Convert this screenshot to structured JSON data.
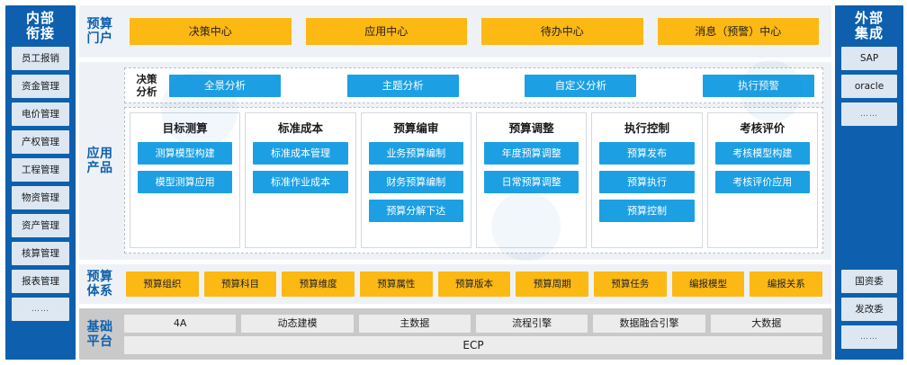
{
  "left_sidebar": {
    "title": "内部\n衔接",
    "items": [
      {
        "label": "员工报销"
      },
      {
        "label": "资金管理"
      },
      {
        "label": "电价管理"
      },
      {
        "label": "产权管理"
      },
      {
        "label": "工程管理"
      },
      {
        "label": "物资管理"
      },
      {
        "label": "资产管理"
      },
      {
        "label": "核算管理"
      },
      {
        "label": "报表管理"
      },
      {
        "label": "……"
      }
    ]
  },
  "right_sidebar": {
    "title": "外部\n集成",
    "top_items": [
      {
        "label": "SAP"
      },
      {
        "label": "oracle"
      },
      {
        "label": "……"
      }
    ],
    "bottom_items": [
      {
        "label": "国资委"
      },
      {
        "label": "发改委"
      },
      {
        "label": "……"
      }
    ]
  },
  "portal": {
    "label": "预算\n门户",
    "items": [
      {
        "label": "决策中心"
      },
      {
        "label": "应用中心"
      },
      {
        "label": "待办中心"
      },
      {
        "label": "消息（预警）中心"
      }
    ]
  },
  "application": {
    "label": "应用\n产品",
    "decision": {
      "label": "决策\n分析",
      "items": [
        {
          "label": "全景分析"
        },
        {
          "label": "主题分析"
        },
        {
          "label": "自定义分析"
        },
        {
          "label": "执行预警"
        }
      ]
    },
    "columns": [
      {
        "title": "目标测算",
        "items": [
          {
            "label": "测算模型构建"
          },
          {
            "label": "模型测算应用"
          }
        ]
      },
      {
        "title": "标准成本",
        "items": [
          {
            "label": "标准成本管理"
          },
          {
            "label": "标准作业成本"
          }
        ]
      },
      {
        "title": "预算编审",
        "items": [
          {
            "label": "业务预算编制"
          },
          {
            "label": "财务预算编制"
          },
          {
            "label": "预算分解下达"
          }
        ]
      },
      {
        "title": "预算调整",
        "items": [
          {
            "label": "年度预算调整"
          },
          {
            "label": "日常预算调整"
          }
        ]
      },
      {
        "title": "执行控制",
        "items": [
          {
            "label": "预算发布"
          },
          {
            "label": "预算执行"
          },
          {
            "label": "预算控制"
          }
        ]
      },
      {
        "title": "考核评价",
        "items": [
          {
            "label": "考核模型构建"
          },
          {
            "label": "考核评价应用"
          }
        ]
      }
    ]
  },
  "system": {
    "label": "预算\n体系",
    "items": [
      {
        "label": "预算组织"
      },
      {
        "label": "预算科目"
      },
      {
        "label": "预算维度"
      },
      {
        "label": "预算属性"
      },
      {
        "label": "预算版本"
      },
      {
        "label": "预算周期"
      },
      {
        "label": "预算任务"
      },
      {
        "label": "编报模型"
      },
      {
        "label": "编报关系"
      }
    ]
  },
  "platform": {
    "label": "基础\n平台",
    "items": [
      {
        "label": "4A"
      },
      {
        "label": "动态建模"
      },
      {
        "label": "主数据"
      },
      {
        "label": "流程引擎"
      },
      {
        "label": "数据融合引擎"
      },
      {
        "label": "大数据"
      }
    ],
    "base": "ECP"
  },
  "colors": {
    "sidebar_blue": "#0E60AE",
    "accent_orange": "#FCB813",
    "accent_blue": "#1CA0E3",
    "band_bg": "#EEF2F7",
    "platform_bg": "#C9C9C9",
    "sidebar_item_bg": "#DCE7F2"
  }
}
